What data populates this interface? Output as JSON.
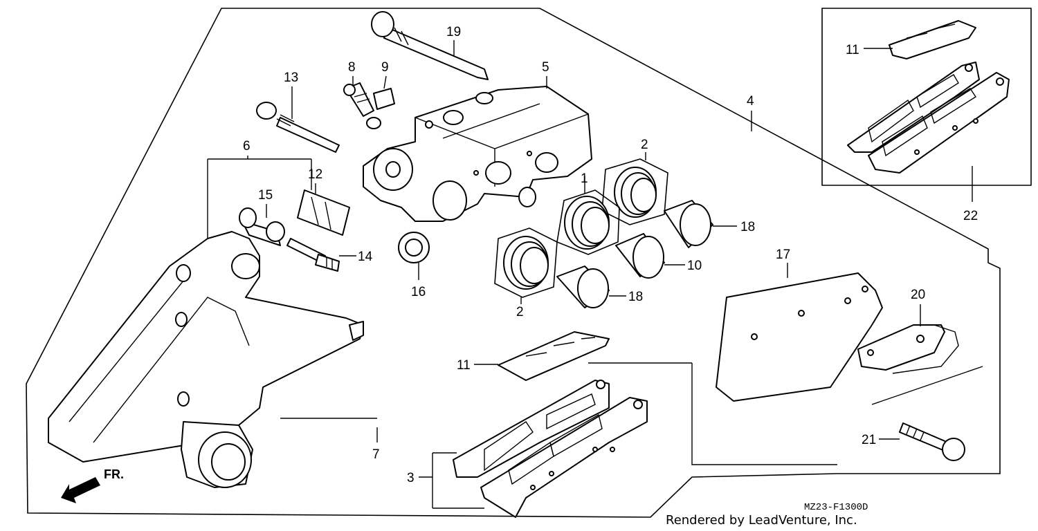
{
  "diagram": {
    "callouts": {
      "c1": "1",
      "c2a": "2",
      "c2b": "2",
      "c3": "3",
      "c4": "4",
      "c5": "5",
      "c6": "6",
      "c7": "7",
      "c8": "8",
      "c9": "9",
      "c10": "10",
      "c11a": "11",
      "c11b": "11",
      "c12": "12",
      "c13": "13",
      "c14": "14",
      "c15": "15",
      "c16": "16",
      "c17": "17",
      "c18a": "18",
      "c18b": "18",
      "c19": "19",
      "c20": "20",
      "c21": "21",
      "c22": "22"
    },
    "direction_label": "FR.",
    "diagram_code": "MZ23-F1300D",
    "credit": "Rendered by LeadVenture, Inc."
  }
}
